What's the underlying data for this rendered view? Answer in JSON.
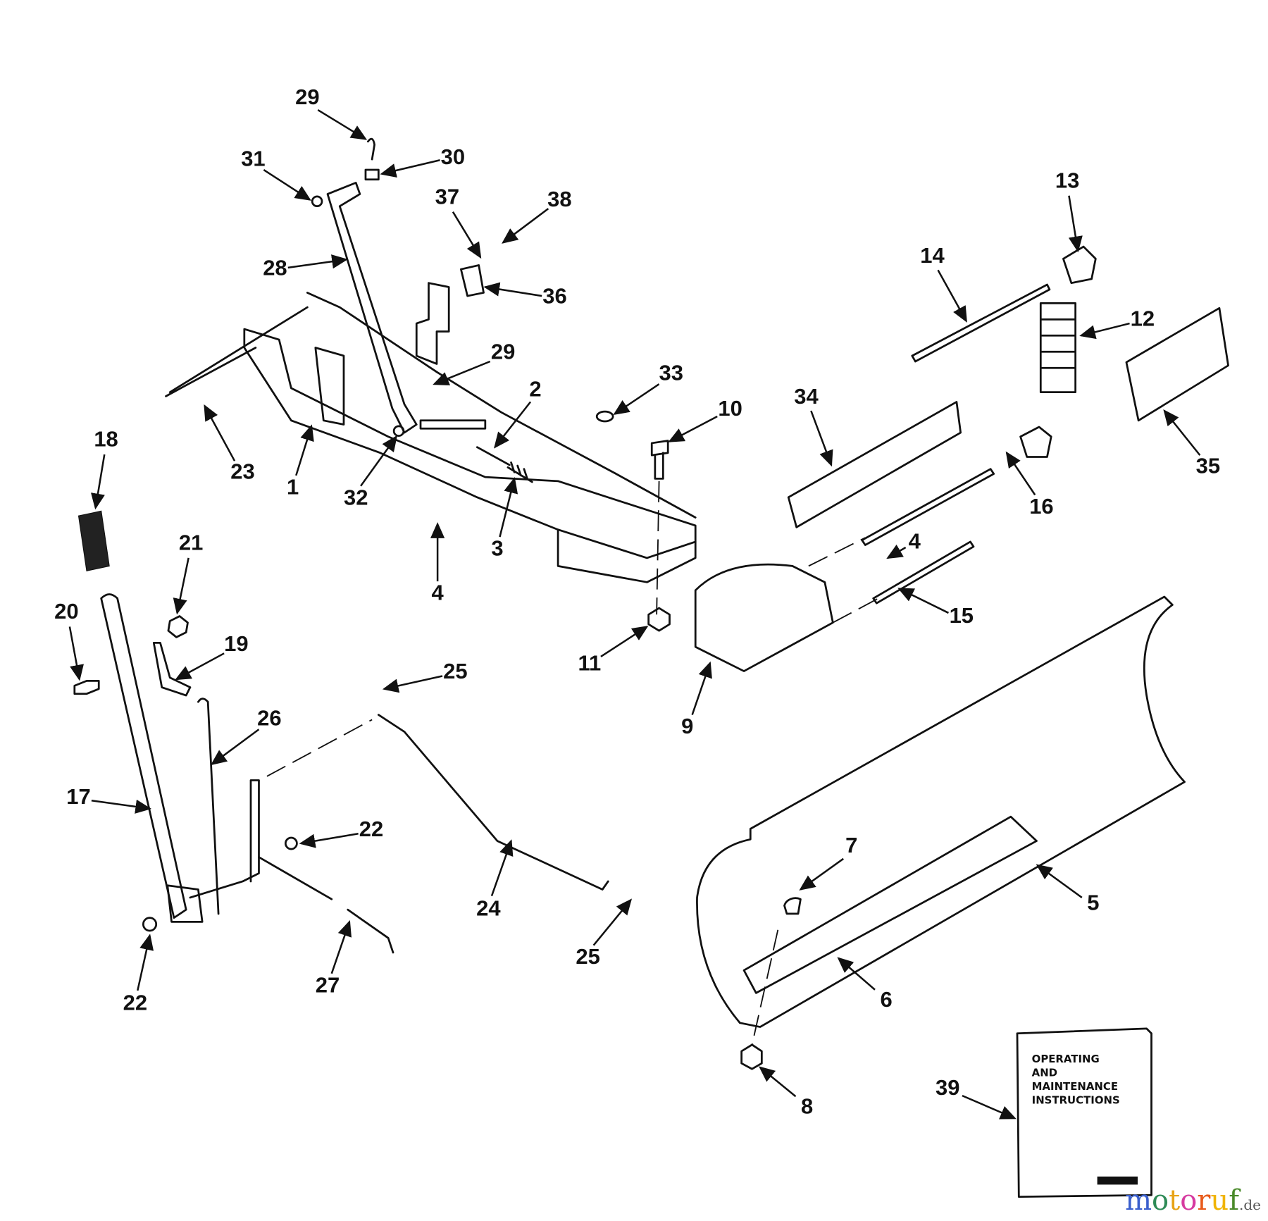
{
  "diagram": {
    "labels": [
      "29",
      "30",
      "31",
      "37",
      "38",
      "28",
      "36",
      "29",
      "2",
      "33",
      "10",
      "34",
      "14",
      "13",
      "12",
      "35",
      "16",
      "18",
      "23",
      "1",
      "32",
      "3",
      "4",
      "4",
      "15",
      "11",
      "9",
      "21",
      "20",
      "19",
      "25",
      "26",
      "17",
      "22",
      "24",
      "25",
      "22",
      "27",
      "7",
      "5",
      "6",
      "8",
      "39"
    ],
    "manual": {
      "lines": [
        "OPERATING",
        "AND",
        "MAINTENANCE",
        "INSTRUCTIONS"
      ]
    }
  },
  "watermark": {
    "brand": "motoruf",
    "tld": ".de",
    "colors": [
      "#3a5fcd",
      "#2e8b57",
      "#e8a317",
      "#d63aa0",
      "#e85a1a",
      "#f0b400",
      "#4a8a2a"
    ]
  }
}
